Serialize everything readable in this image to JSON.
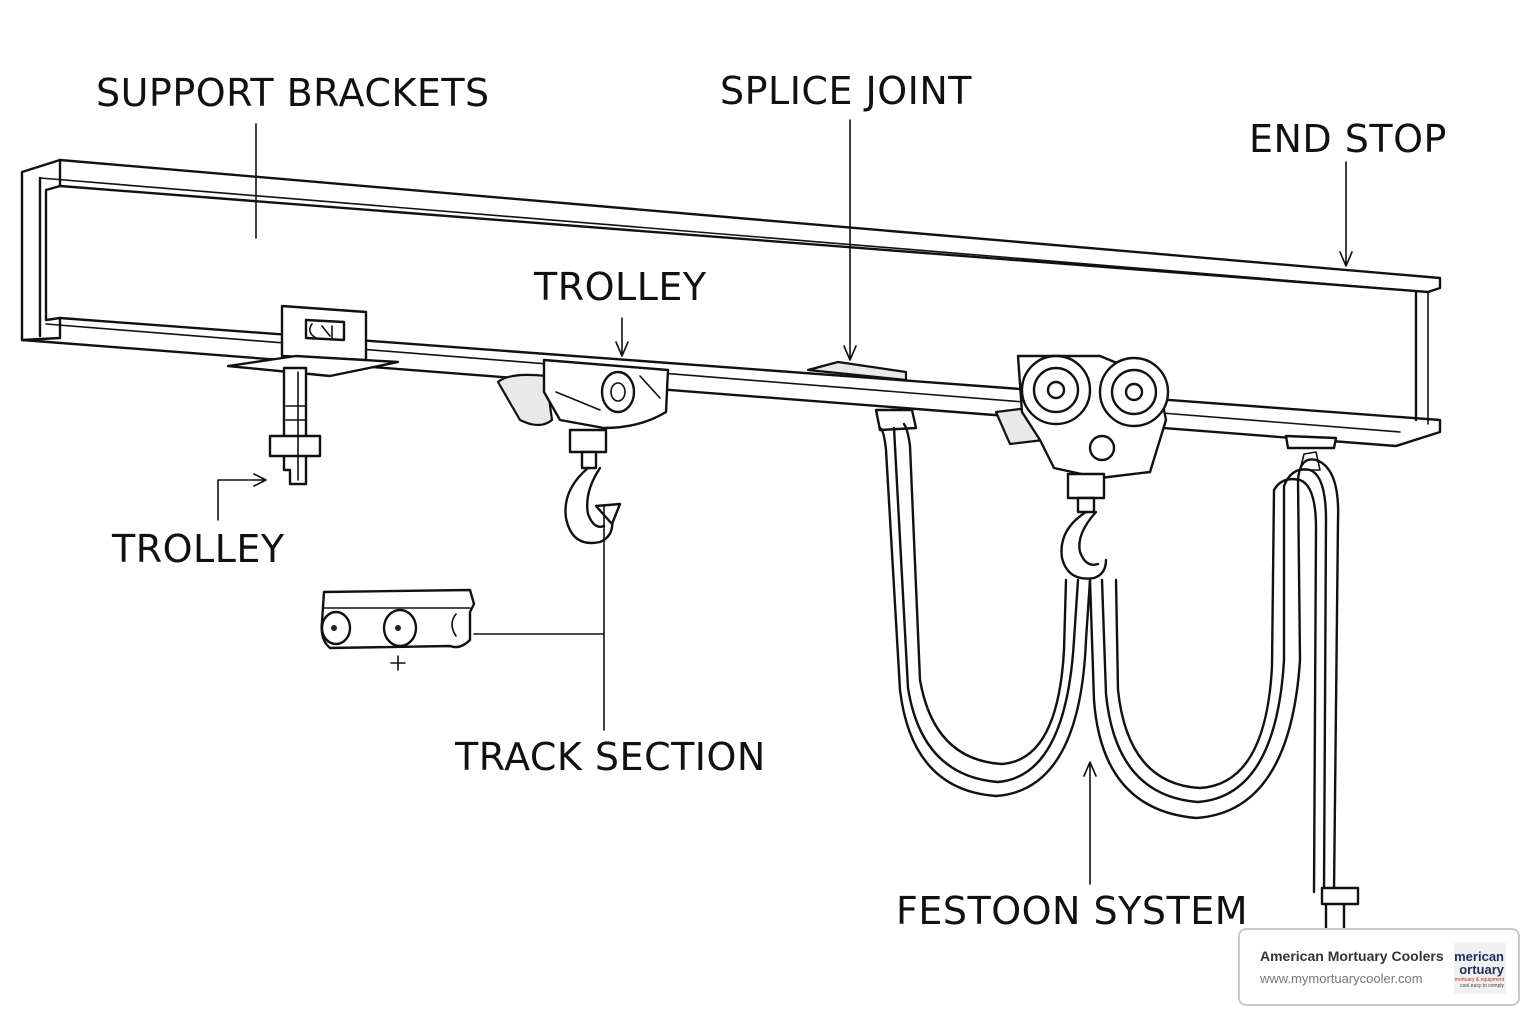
{
  "labels": {
    "support_brackets": "SUPPORT BRACKETS",
    "splice_joint": "SPLICE JOINT",
    "end_stop": "END STOP",
    "trolley_top": "TROLLEY",
    "trolley_left": "TROLLEY",
    "track_section": "TRACK SECTION",
    "festoon_system": "FESTOON SYSTEM"
  },
  "watermark": {
    "name": "American Mortuary Coolers",
    "url": "www.mymortuarycooler.com",
    "logo_line1": "merican",
    "logo_line2": "ortuary",
    "logo_line3": "mortuary & equipment",
    "logo_line4": "cool easy to comply"
  },
  "style": {
    "line_color": "#111111",
    "background": "#ffffff"
  }
}
